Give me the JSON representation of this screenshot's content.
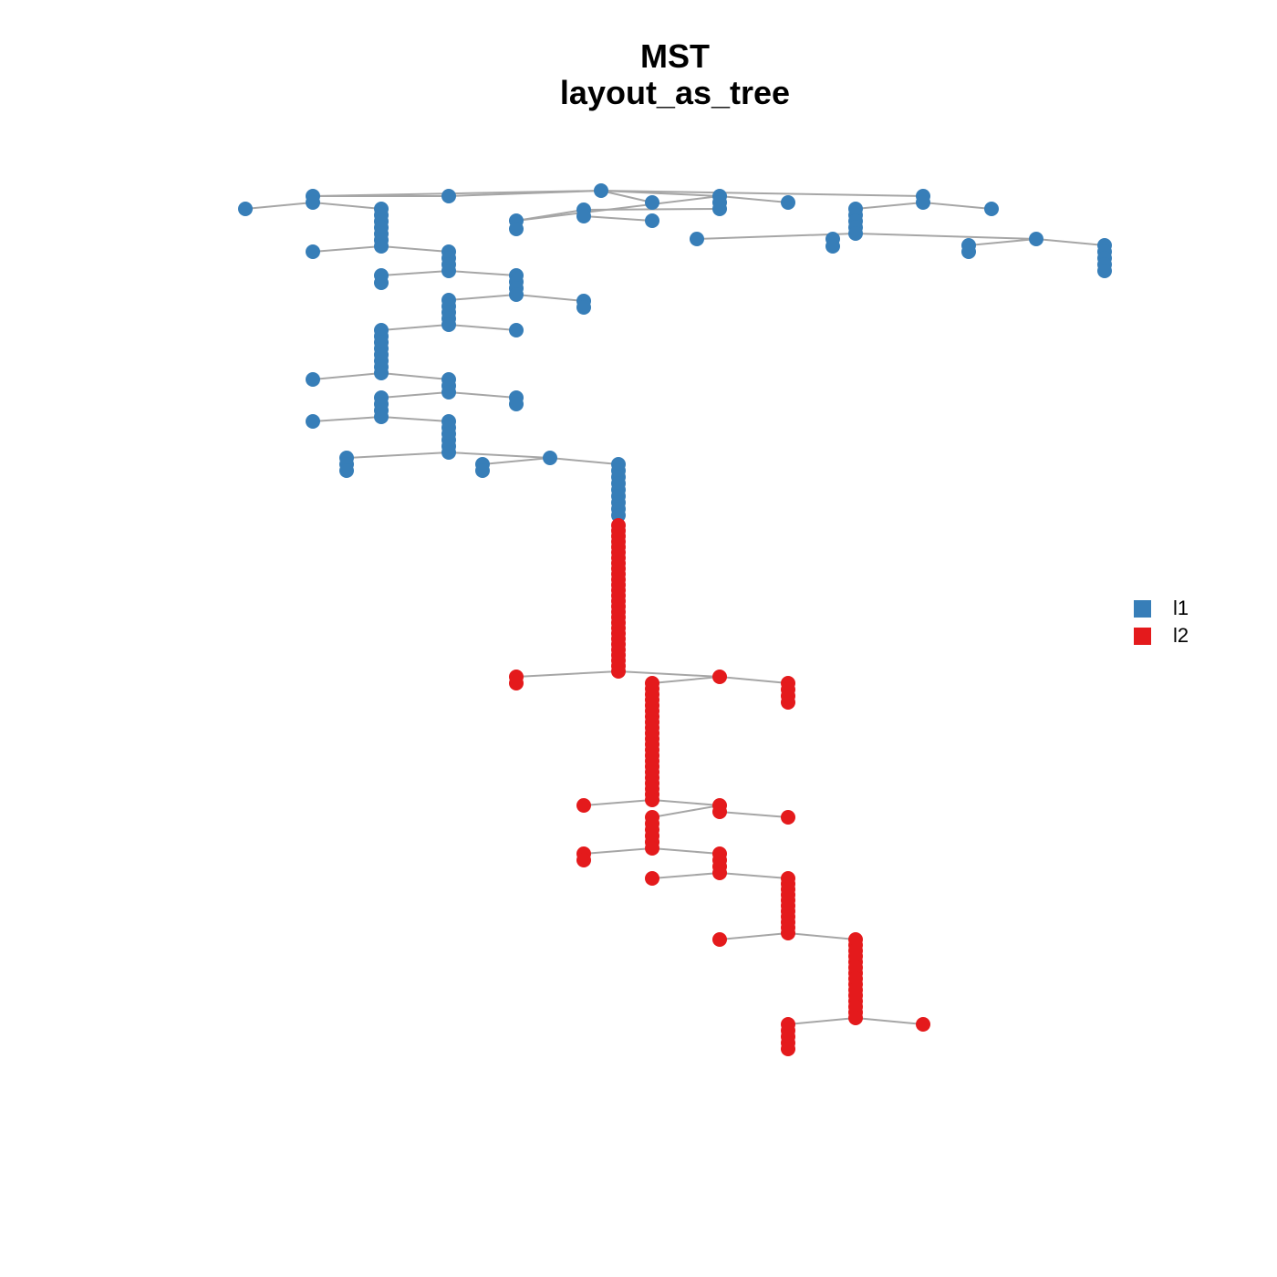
{
  "title": {
    "line1": "MST",
    "line2": "layout_as_tree"
  },
  "legend": {
    "items": [
      {
        "label": "l1",
        "color": "#377EB8"
      },
      {
        "label": "l2",
        "color": "#E41A1C"
      }
    ]
  },
  "colors": {
    "edge": "#A6A6A6",
    "l1": "#377EB8",
    "l2": "#E41A1C"
  }
}
